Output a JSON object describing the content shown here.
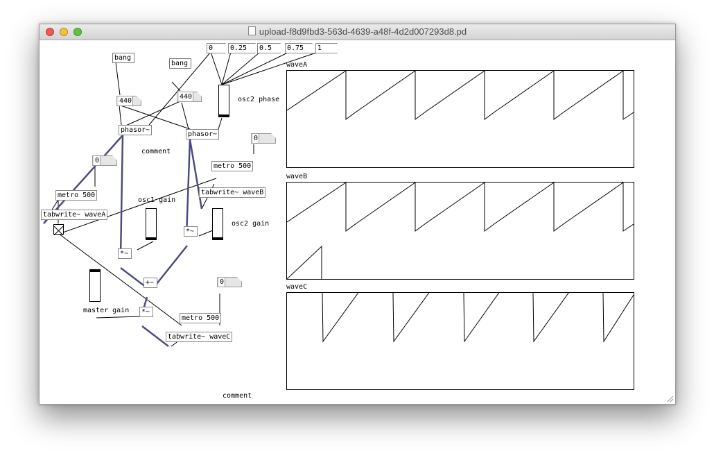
{
  "window": {
    "title": "upload-f8d9fbd3-563d-4639-a48f-4d2d007293d8.pd",
    "buttons": {
      "close_color": "#ee5a52",
      "minimize_color": "#f5be3c",
      "zoom_color": "#5cc63a"
    }
  },
  "patch": {
    "messages": {
      "phase0": "0",
      "phase025": "0.25",
      "phase05": "0.5",
      "phase075": "0.75",
      "phase1": "1"
    },
    "bangs": {
      "bang1": "bang",
      "bang2": "bang"
    },
    "numbers": {
      "freq1": "440",
      "freq2": "440",
      "metroA_rate": "0",
      "metroB_rate": "0",
      "metroC_rate": "0"
    },
    "objects": {
      "phasor1": "phasor~",
      "phasor2": "phasor~",
      "metroA": "metro 500",
      "metroB": "metro 500",
      "metroC": "metro 500",
      "tabwriteA": "tabwrite~ waveA",
      "tabwriteB": "tabwrite~ waveB",
      "tabwriteC": "tabwrite~ waveC",
      "mul1": "*~",
      "mul2": "*~",
      "add": "+~",
      "mulMaster": "*~"
    },
    "comments": {
      "osc2_phase": "osc2 phase",
      "comment1": "comment",
      "osc1_gain": "osc1 gain",
      "osc2_gain": "osc2 gain",
      "master_gain": "master gain",
      "comment2": "comment"
    },
    "sliders": {
      "osc2_phase_value": 0.0,
      "osc1_gain_value": 0.0,
      "osc2_gain_value": 0.0,
      "master_gain_value": 1.0
    },
    "arrays": {
      "waveA": "waveA",
      "waveB": "waveB",
      "waveC": "waveC"
    }
  },
  "colors": {
    "signal_wire": "#4c4c80",
    "control_wire": "#000000",
    "box_border": "#888888"
  }
}
